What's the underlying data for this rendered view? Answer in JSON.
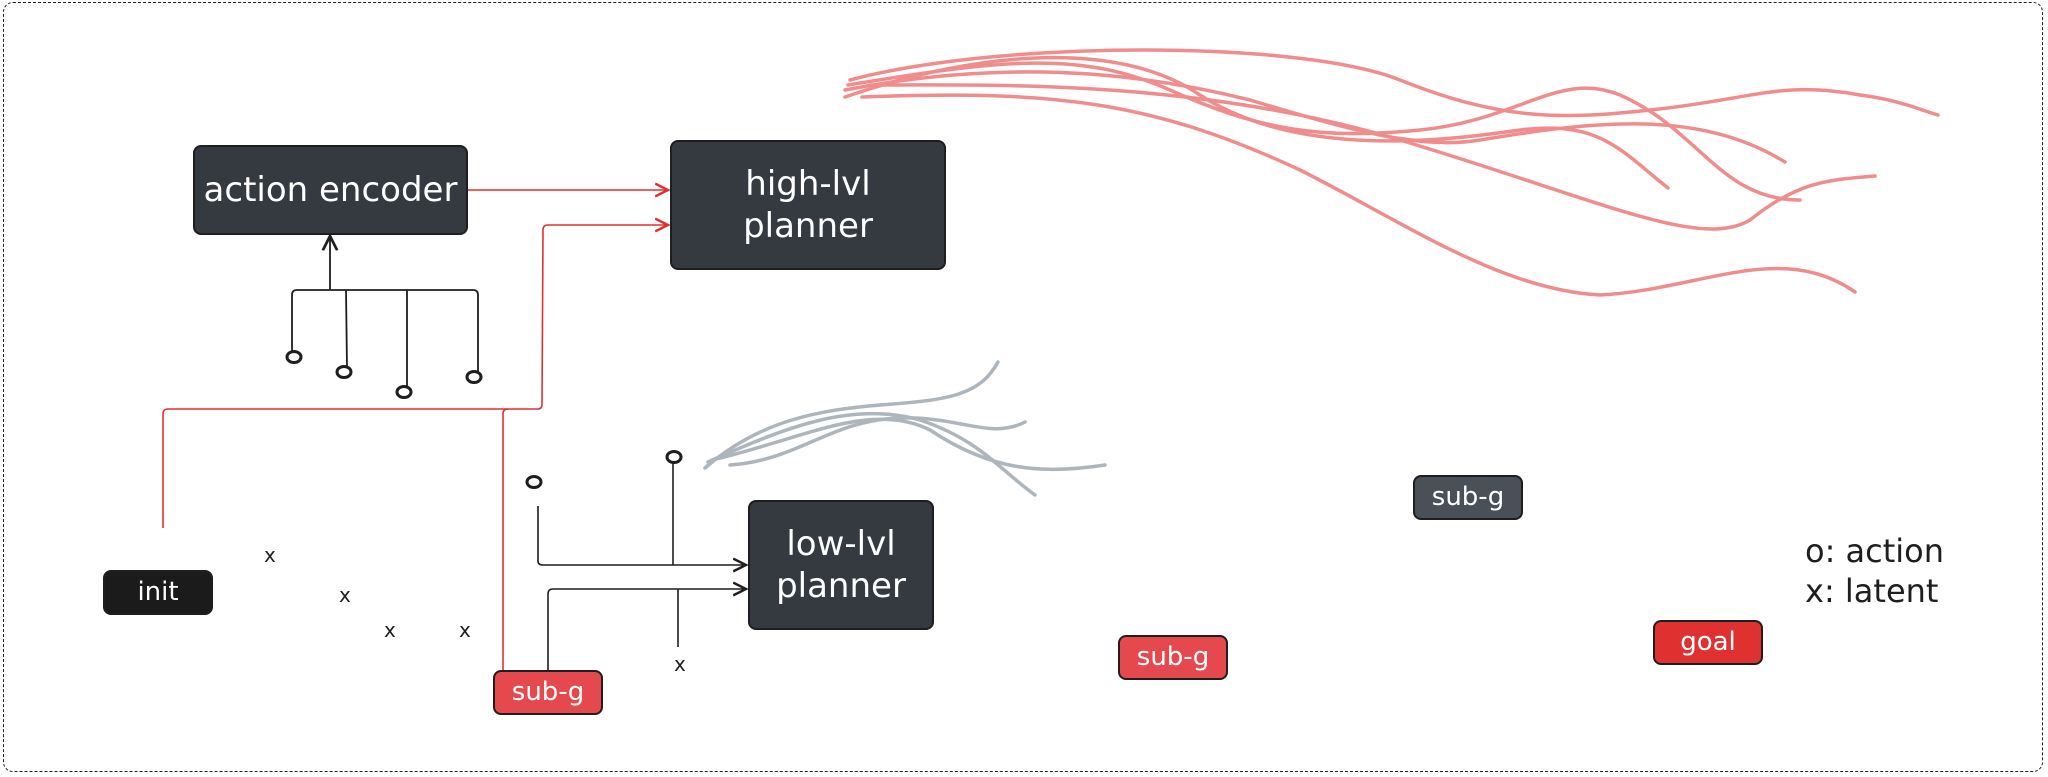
{
  "boxes": {
    "action_encoder": "action encoder",
    "high_planner_line1": "high-lvl",
    "high_planner_line2": "planner",
    "low_planner_line1": "low-lvl",
    "low_planner_line2": "planner",
    "init": "init",
    "subgoal_1": "sub-g",
    "subgoal_2": "sub-g",
    "subgoal_3": "sub-g",
    "goal": "goal"
  },
  "markers": {
    "latent": "x"
  },
  "legend": {
    "action": "o: action",
    "latent": "x: latent"
  },
  "colors": {
    "red": "#e03131",
    "dark": "#343a40",
    "trajectory_red": "#f08c8c",
    "trajectory_gray": "#adb5bd"
  }
}
